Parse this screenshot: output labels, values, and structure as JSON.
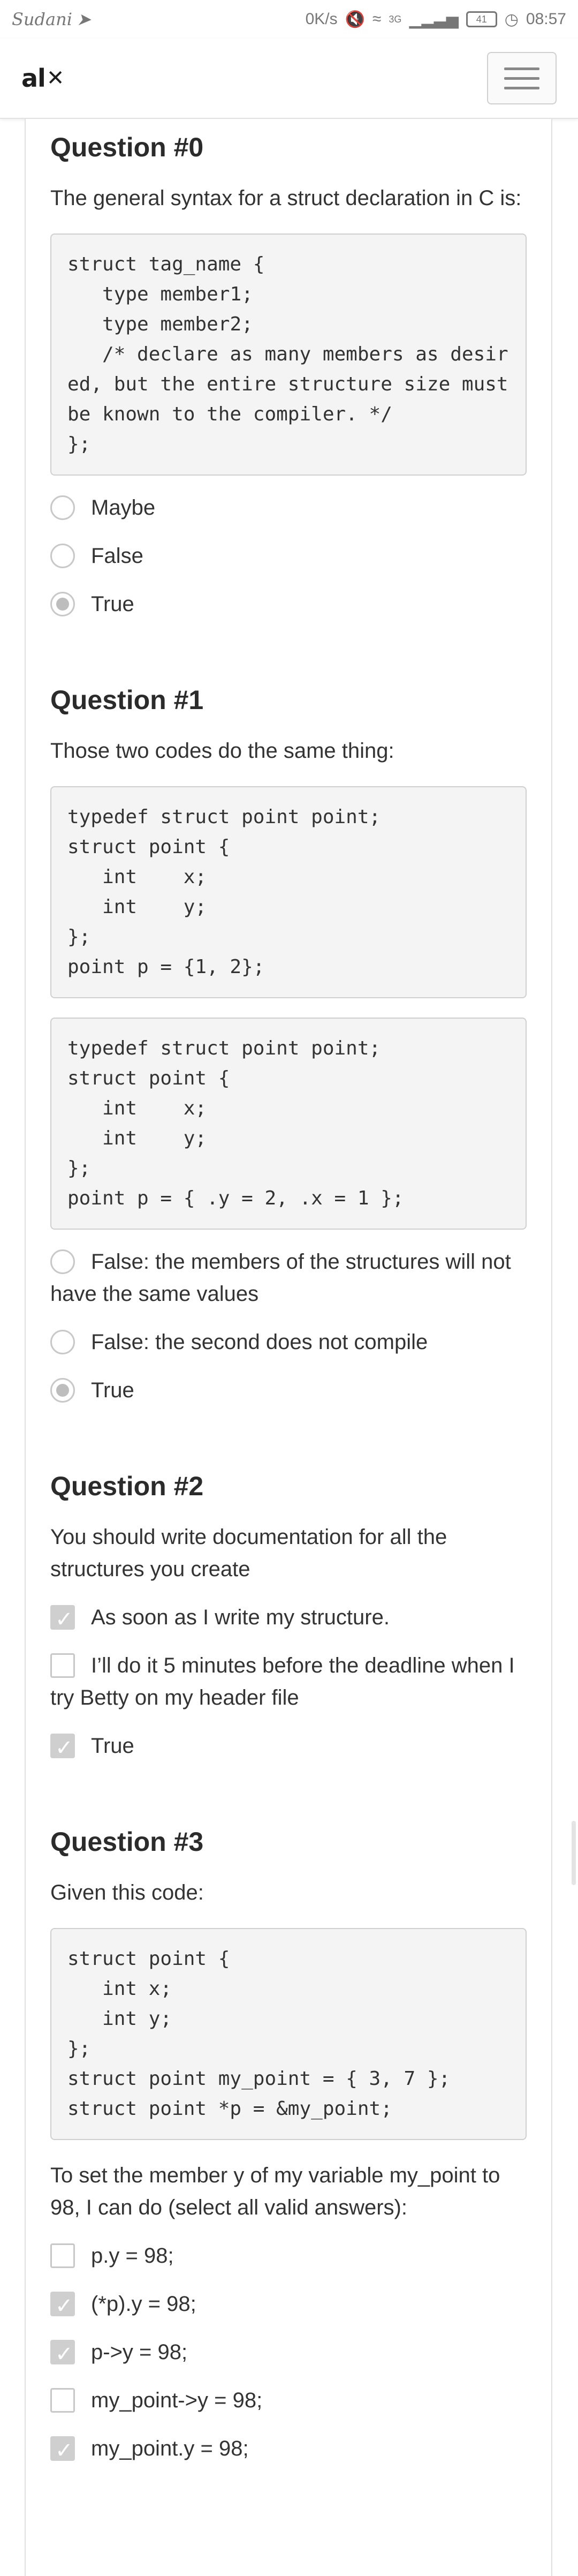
{
  "status_bar": {
    "carrier": "Sudani",
    "speed": "0K/s",
    "network": "3G",
    "battery": "41",
    "time": "08:57"
  },
  "nav": {
    "logo_text": "al",
    "logo_mark": "✕",
    "menu_icon": "hamburger-icon"
  },
  "questions": [
    {
      "title": "Question #0",
      "text": "The general syntax for a struct declaration in C is:",
      "code_blocks": [
        "struct tag_name {\n   type member1;\n   type member2;\n   /* declare as many members as desired, but the entire structure size must be known to the compiler. */\n};"
      ],
      "type": "radio",
      "options": [
        {
          "label": "Maybe",
          "checked": false
        },
        {
          "label": "False",
          "checked": false
        },
        {
          "label": "True",
          "checked": true
        }
      ]
    },
    {
      "title": "Question #1",
      "text": "Those two codes do the same thing:",
      "code_blocks": [
        "typedef struct point point;\nstruct point {\n   int    x;\n   int    y;\n};\npoint p = {1, 2};",
        "typedef struct point point;\nstruct point {\n   int    x;\n   int    y;\n};\npoint p = { .y = 2, .x = 1 };"
      ],
      "type": "radio",
      "options": [
        {
          "label": "False: the members of the structures will not have the same values",
          "checked": false
        },
        {
          "label": "False: the second does not compile",
          "checked": false
        },
        {
          "label": "True",
          "checked": true
        }
      ]
    },
    {
      "title": "Question #2",
      "text": "You should write documentation for all the structures you create",
      "code_blocks": [],
      "type": "checkbox",
      "options": [
        {
          "label": "As soon as I write my structure.",
          "checked": true
        },
        {
          "label": "I’ll do it 5 minutes before the deadline when I try Betty on my header file",
          "checked": false
        },
        {
          "label": "True",
          "checked": true
        }
      ]
    },
    {
      "title": "Question #3",
      "text": "Given this code:",
      "code_blocks": [
        "struct point {\n   int x;\n   int y;\n};\nstruct point my_point = { 3, 7 };\nstruct point *p = &my_point;"
      ],
      "text_after": "To set the member y of my variable my_point to 98, I can do (select all valid answers):",
      "type": "checkbox",
      "options": [
        {
          "label": "p.y = 98;",
          "checked": false
        },
        {
          "label": "(*p).y = 98;",
          "checked": true
        },
        {
          "label": "p->y = 98;",
          "checked": true
        },
        {
          "label": "my_point->y = 98;",
          "checked": false
        },
        {
          "label": "my_point.y = 98;",
          "checked": true
        }
      ]
    }
  ]
}
